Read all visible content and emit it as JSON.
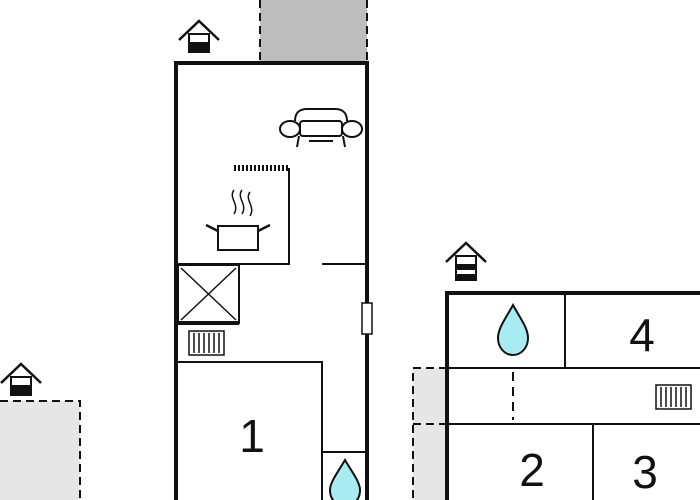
{
  "colors": {
    "wall": "#111111",
    "outdoor_gray": "#bdbdbd",
    "outdoor_light": "#e6e6e6",
    "water": "#a8ecf2",
    "background": "#ffffff"
  },
  "rooms": {
    "room_1": "1",
    "room_2": "2",
    "room_3": "3",
    "room_4": "4"
  },
  "icons": [
    "entrance-house-icon",
    "sofa-icon",
    "cooking-pot-icon",
    "stairs-icon",
    "radiator-icon",
    "water-drop-icon",
    "window-icon",
    "door-opening-icon"
  ]
}
